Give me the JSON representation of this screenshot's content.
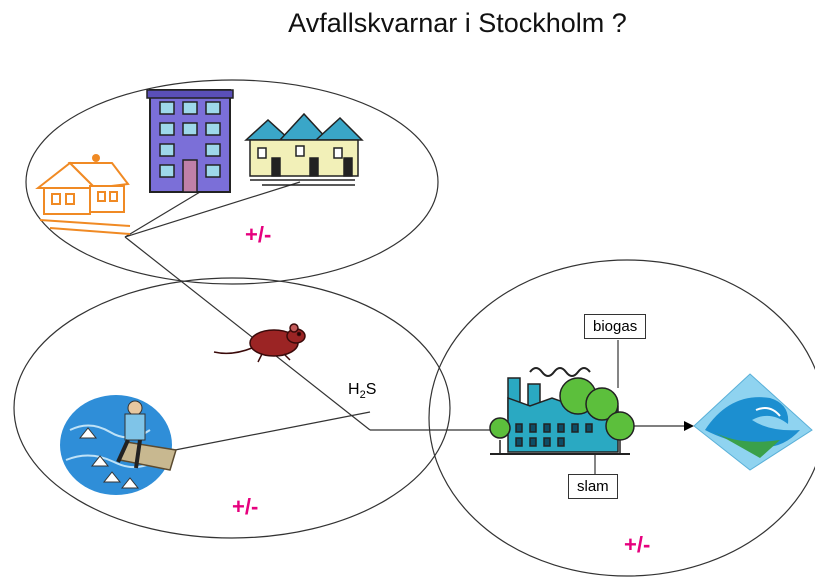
{
  "title": "Avfallskvarnar i Stockholm ?",
  "regions": {
    "households": {
      "impact": "+/-"
    },
    "sewer": {
      "impact": "+/-"
    },
    "treatment": {
      "impact": "+/-"
    }
  },
  "labels": {
    "biogas": "biogas",
    "slam": "slam",
    "h2s_main": "H",
    "h2s_sub": "2",
    "h2s_tail": "S"
  },
  "colors": {
    "impact": "#e6007e",
    "building_purple": "#7b6fd8",
    "factory_teal": "#2aa9c2",
    "tree_green": "#5cbf3c"
  }
}
